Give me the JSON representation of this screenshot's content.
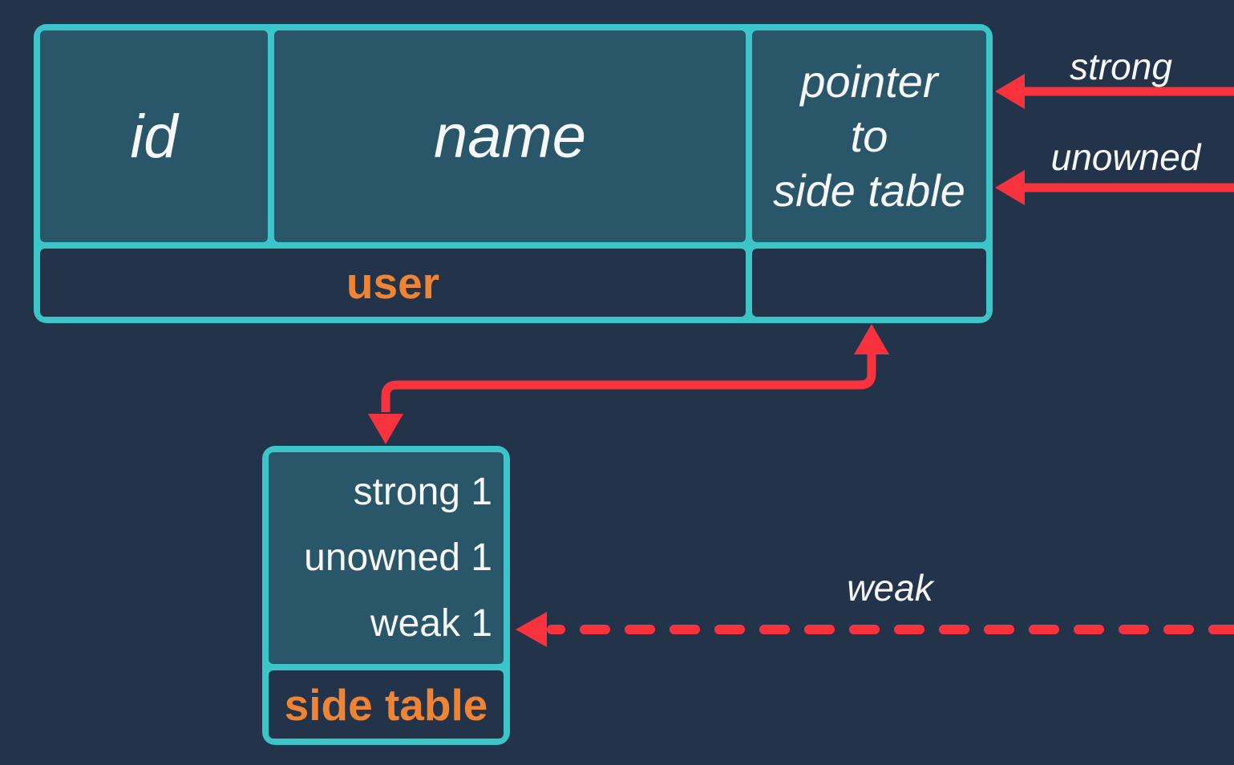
{
  "diagram": {
    "user_table": {
      "caption": "user",
      "fields": [
        {
          "name": "id",
          "label": "id"
        },
        {
          "name": "name",
          "label": "name"
        },
        {
          "name": "pointer_to_side_table",
          "label": "pointer\nto\nside table"
        }
      ]
    },
    "side_table": {
      "caption": "side table",
      "entries": [
        {
          "label": "strong 1"
        },
        {
          "label": "unowned 1"
        },
        {
          "label": "weak 1"
        }
      ]
    },
    "arrows": {
      "strong": {
        "label": "strong",
        "style": "solid"
      },
      "unowned": {
        "label": "unowned",
        "style": "solid"
      },
      "weak": {
        "label": "weak",
        "style": "dashed"
      },
      "side_table_link": {
        "label": "",
        "style": "solid-double-headed"
      }
    },
    "colors": {
      "background": "#22334a",
      "cell_fill": "#295669",
      "border_teal": "#3cc5c8",
      "accent_orange": "#f08433",
      "arrow_red": "#f9333d",
      "text_white": "#f5f7f8"
    }
  }
}
